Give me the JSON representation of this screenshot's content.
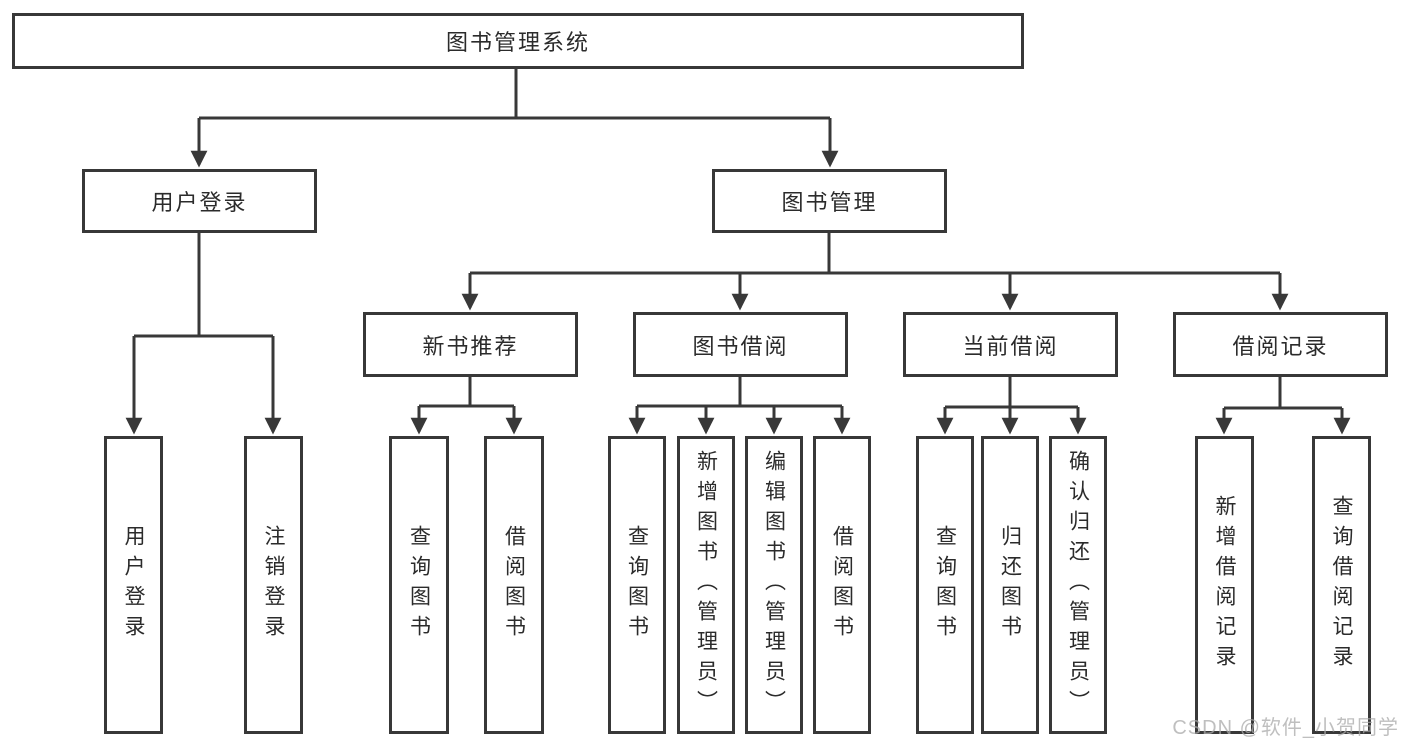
{
  "colors": {
    "line": "#383838",
    "box_border": "#383838",
    "text": "#2b2b2b",
    "watermark": "#c7c7c7",
    "background": "#ffffff"
  },
  "watermark": "CSDN @软件_小贺同学",
  "tree": {
    "root": {
      "label": "图书管理系统"
    },
    "children": [
      {
        "label": "用户登录",
        "children": [
          {
            "label": "用户登录"
          },
          {
            "label": "注销登录"
          }
        ]
      },
      {
        "label": "图书管理",
        "children": [
          {
            "label": "新书推荐",
            "children": [
              {
                "label": "查询图书"
              },
              {
                "label": "借阅图书"
              }
            ]
          },
          {
            "label": "图书借阅",
            "children": [
              {
                "label": "查询图书"
              },
              {
                "label": "新增图书（管理员）"
              },
              {
                "label": "编辑图书（管理员）"
              },
              {
                "label": "借阅图书"
              }
            ]
          },
          {
            "label": "当前借阅",
            "children": [
              {
                "label": "查询图书"
              },
              {
                "label": "归还图书"
              },
              {
                "label": "确认归还（管理员）"
              }
            ]
          },
          {
            "label": "借阅记录",
            "children": [
              {
                "label": "新增借阅记录"
              },
              {
                "label": "查询借阅记录"
              }
            ]
          }
        ]
      }
    ]
  }
}
